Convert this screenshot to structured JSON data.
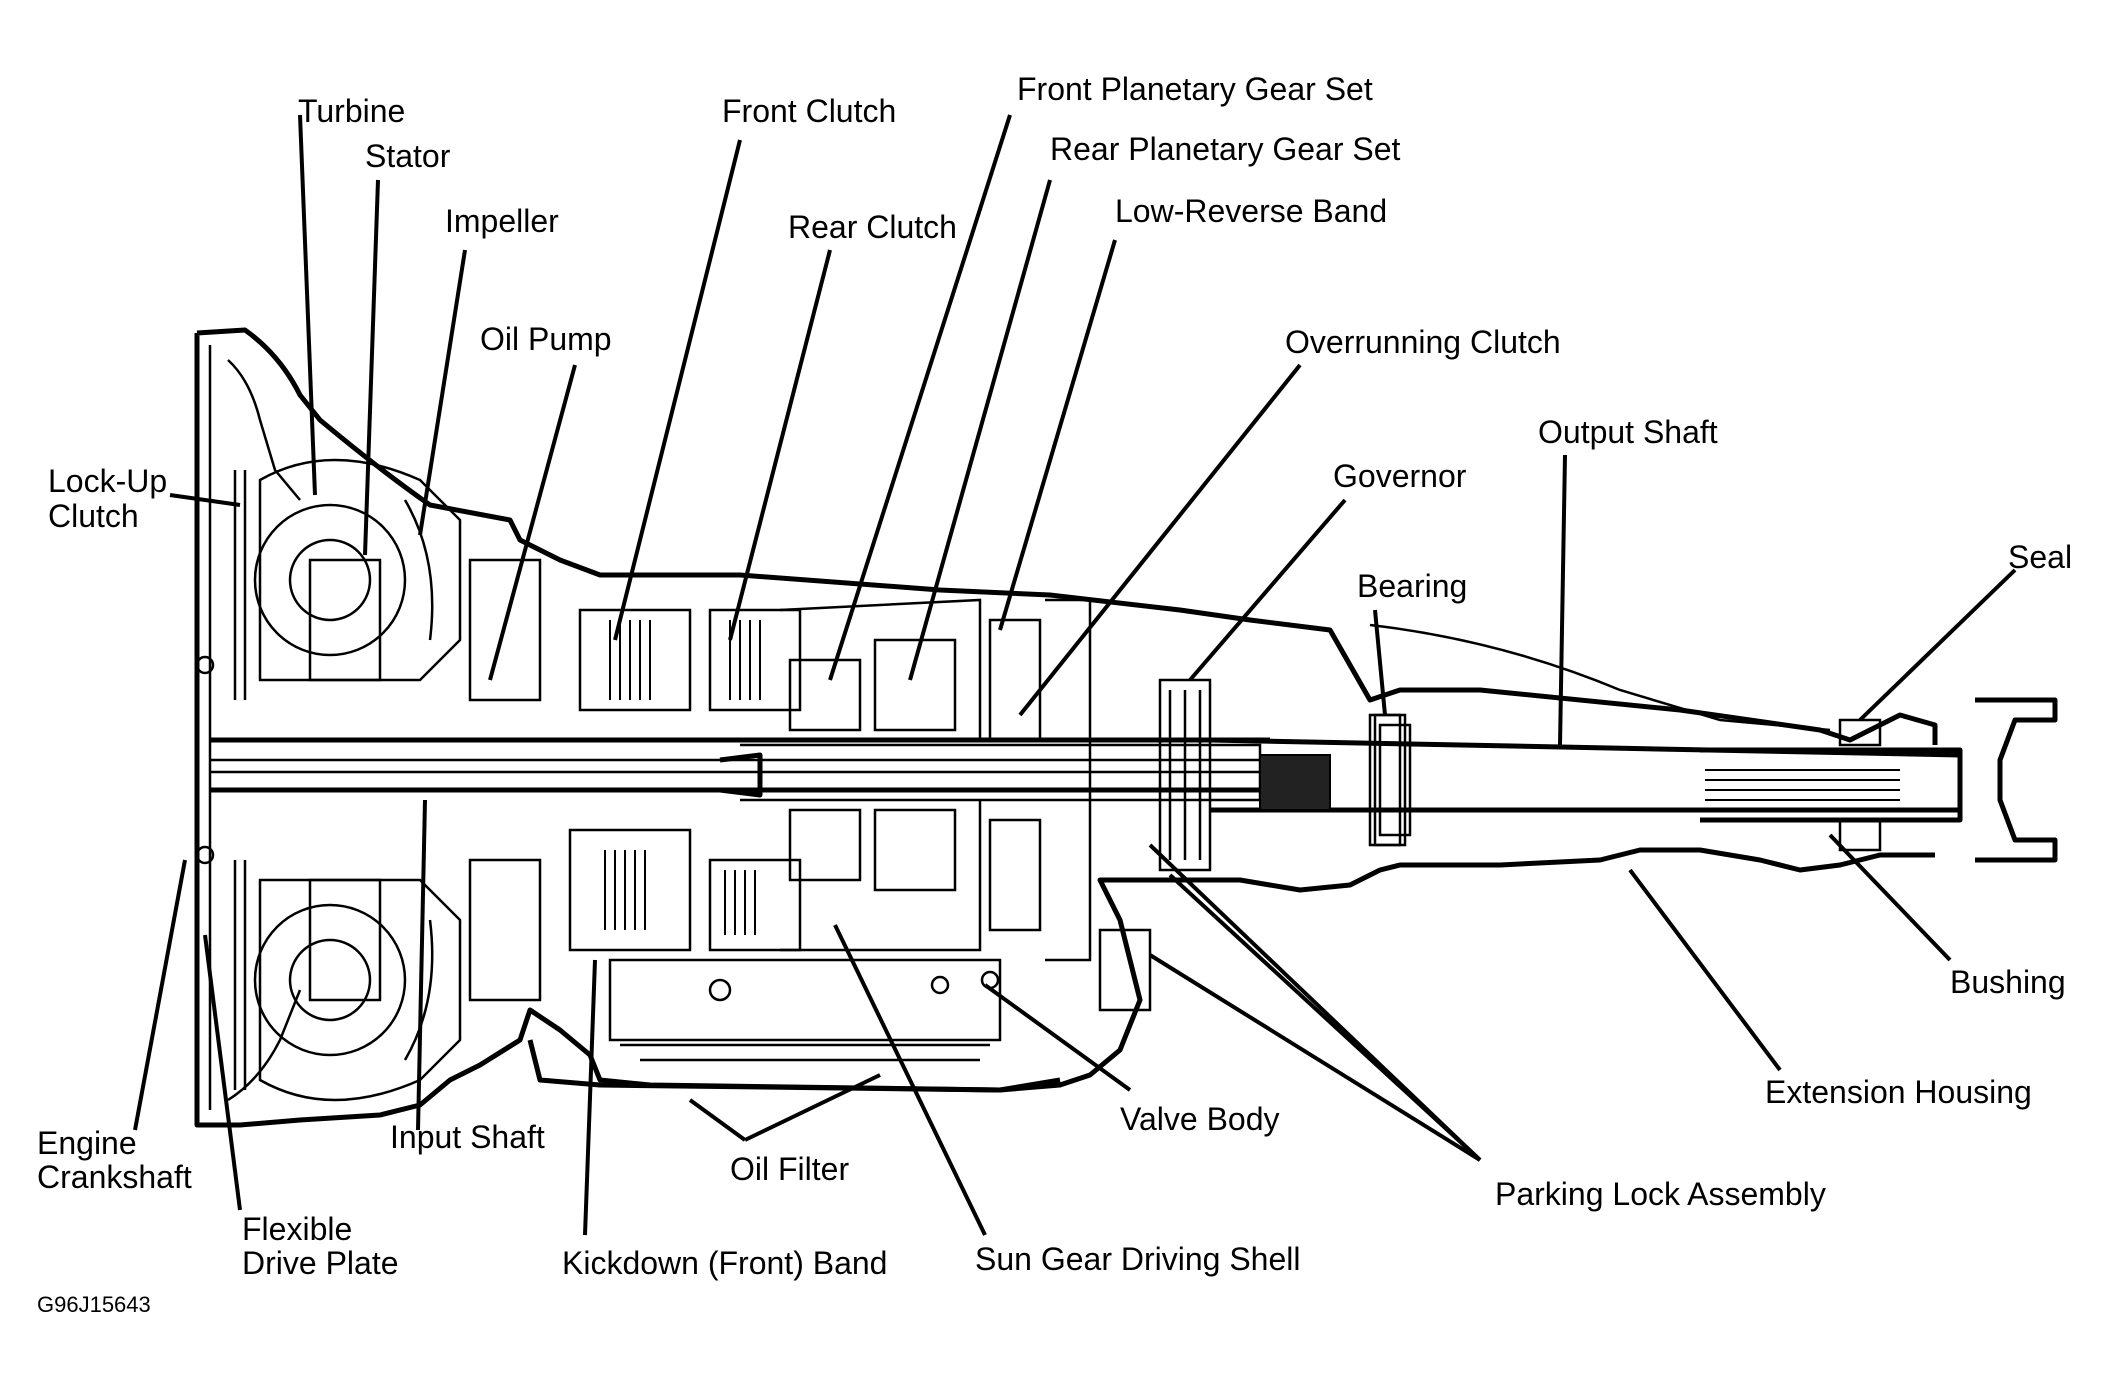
{
  "diagram": {
    "figure_code": "G96J15643",
    "labels": {
      "turbine": "Turbine",
      "stator": "Stator",
      "impeller": "Impeller",
      "oil_pump": "Oil Pump",
      "front_clutch": "Front Clutch",
      "rear_clutch": "Rear Clutch",
      "front_planetary": "Front Planetary Gear Set",
      "rear_planetary": "Rear Planetary Gear Set",
      "low_reverse_band": "Low-Reverse Band",
      "overrunning_clutch": "Overrunning Clutch",
      "output_shaft": "Output Shaft",
      "governor": "Governor",
      "bearing": "Bearing",
      "seal": "Seal",
      "lockup_clutch_l1": "Lock-Up",
      "lockup_clutch_l2": "Clutch",
      "engine_crankshaft_l1": "Engine",
      "engine_crankshaft_l2": "Crankshaft",
      "flexible_drive_plate_l1": "Flexible",
      "flexible_drive_plate_l2": "Drive Plate",
      "input_shaft": "Input Shaft",
      "oil_filter": "Oil Filter",
      "kickdown_band": "Kickdown (Front) Band",
      "sun_gear_shell": "Sun Gear Driving Shell",
      "valve_body": "Valve Body",
      "parking_lock": "Parking Lock Assembly",
      "extension_housing": "Extension Housing",
      "bushing": "Bushing"
    }
  }
}
